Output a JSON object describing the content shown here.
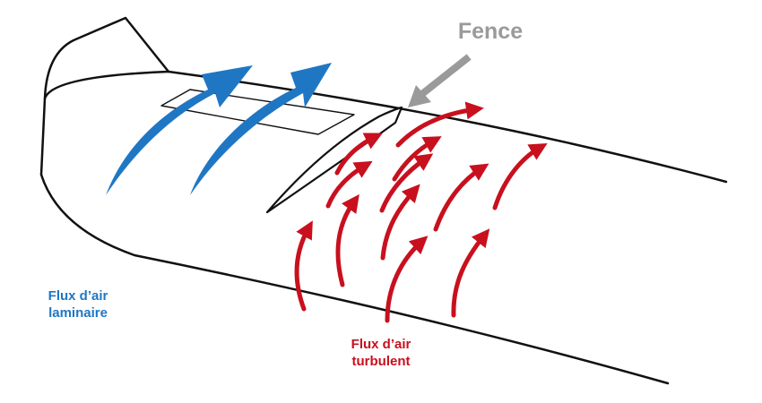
{
  "labels": {
    "fence": "Fence",
    "laminar": [
      "Flux d’air",
      "laminaire"
    ],
    "turbulent": [
      "Flux d’air",
      "turbulent"
    ]
  },
  "colors": {
    "laminar": "#1f77c4",
    "turbulent": "#c8101e",
    "fence": "#9a9a9a",
    "outline": "#111111"
  }
}
